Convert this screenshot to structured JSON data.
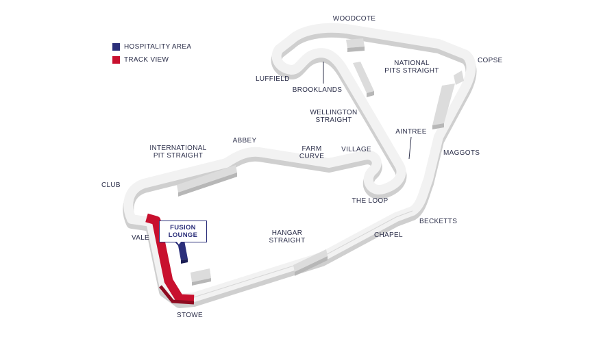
{
  "legend": [
    {
      "label": "HOSPITALITY AREA",
      "color": "#2b2f7a"
    },
    {
      "label": "TRACK VIEW",
      "color": "#c8102e"
    }
  ],
  "colors": {
    "track_top": "#f2f2f2",
    "track_side": "#cfcfcf",
    "track_edge": "#b5b5b5",
    "building": "#dcdcdc",
    "building_side": "#b9b9b9",
    "track_view": "#c8102e",
    "hospitality": "#2b2f7a",
    "label_text": "#2c2f4a"
  },
  "callout": {
    "line1": "FUSION",
    "line2": "LOUNGE"
  },
  "corners": {
    "woodcote": "WOODCOTE",
    "copse": "COPSE",
    "national_l1": "NATIONAL",
    "national_l2": "PITS STRAIGHT",
    "luffield": "LUFFIELD",
    "brooklands": "BROOKLANDS",
    "wellington_l1": "WELLINGTON",
    "wellington_l2": "STRAIGHT",
    "aintree": "AINTREE",
    "maggots": "MAGGOTS",
    "international_l1": "INTERNATIONAL",
    "international_l2": "PIT STRAIGHT",
    "abbey": "ABBEY",
    "farm_l1": "FARM",
    "farm_l2": "CURVE",
    "village": "VILLAGE",
    "club": "CLUB",
    "the_loop": "THE LOOP",
    "becketts": "BECKETTS",
    "hangar_l1": "HANGAR",
    "hangar_l2": "STRAIGHT",
    "chapel": "CHAPEL",
    "vale": "VALE",
    "stowe": "STOWE"
  }
}
